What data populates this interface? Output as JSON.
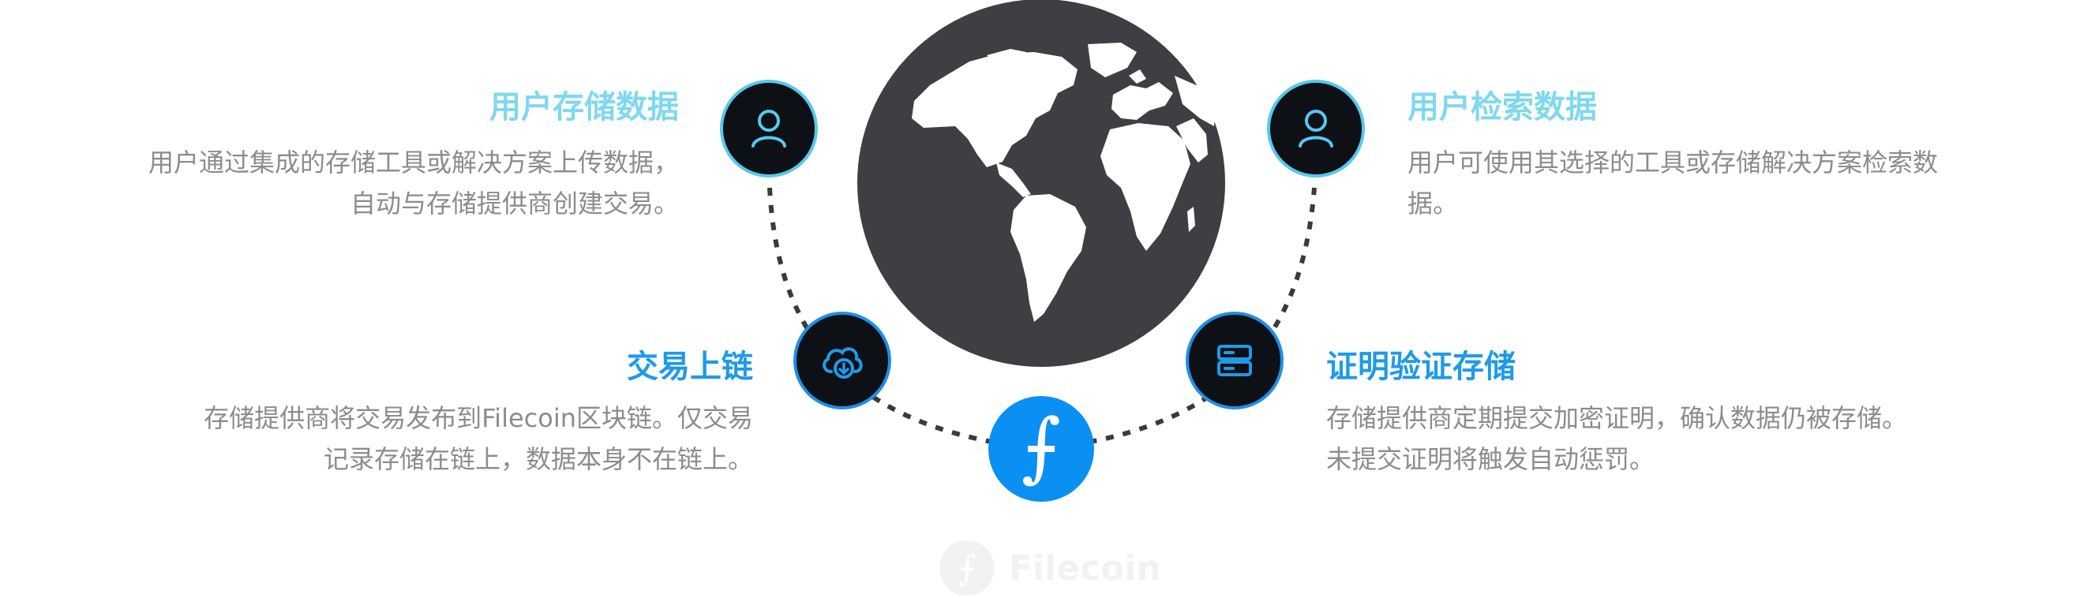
{
  "steps": [
    {
      "title": "用户存储数据",
      "desc": "用户通过集成的存储工具或解决方案上传数据，自动与存储提供商创建交易。",
      "icon": "user-icon"
    },
    {
      "title": "用户检索数据",
      "desc": "用户可使用其选择的工具或存储解决方案检索数据。",
      "icon": "user-icon"
    },
    {
      "title": "交易上链",
      "desc": "存储提供商将交易发布到Filecoin区块链。仅交易记录存储在链上，数据本身不在链上。",
      "icon": "cloud-download-icon"
    },
    {
      "title": "证明验证存储",
      "desc": "存储提供商定期提交加密证明，确认数据仍被存储。未提交证明将触发自动惩罚。",
      "icon": "server-icon"
    }
  ],
  "center": {
    "symbol": "⨍",
    "icon": "filecoin-logo-icon"
  },
  "watermark": {
    "text": "Filecoin",
    "symbol": "⨍"
  },
  "colors": {
    "cyan": "#7fd8ef",
    "blue": "#1f9ae8",
    "node_bg": "#0d1116",
    "globe": "#3f3f43",
    "filecoin": "#0a90f2"
  }
}
